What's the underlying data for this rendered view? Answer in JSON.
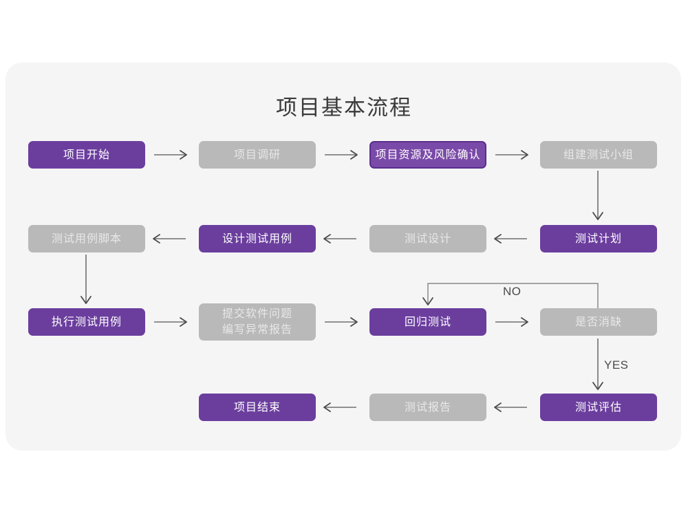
{
  "title": "项目基本流程",
  "colors": {
    "page_background": "#ffffff",
    "card_background": "#f5f5f5",
    "purple_fill": "#6b3e9e",
    "purple_outline_fill": "#7a4aa8",
    "purple_outline_border": "#5a2d8c",
    "gray_fill": "#b9b9b9",
    "gray_text": "#e8e8e8",
    "node_text": "#ffffff",
    "title_text": "#3a3a3a",
    "connector": "#6e6e6e",
    "branch_connector": "#8a8a8a",
    "edge_label_text": "#4a4a4a"
  },
  "nodes": [
    {
      "id": "n1",
      "label": "项目开始",
      "style": "solid-purple",
      "row": 1,
      "col": 1
    },
    {
      "id": "n2",
      "label": "项目调研",
      "style": "gray",
      "row": 1,
      "col": 2
    },
    {
      "id": "n3",
      "label": "项目资源及风险确认",
      "style": "outline-purple",
      "row": 1,
      "col": 3
    },
    {
      "id": "n4",
      "label": "组建测试小组",
      "style": "gray",
      "row": 1,
      "col": 4
    },
    {
      "id": "n5",
      "label": "测试用例脚本",
      "style": "gray",
      "row": 2,
      "col": 1
    },
    {
      "id": "n6",
      "label": "设计测试用例",
      "style": "solid-purple",
      "row": 2,
      "col": 2
    },
    {
      "id": "n7",
      "label": "测试设计",
      "style": "gray",
      "row": 2,
      "col": 3
    },
    {
      "id": "n8",
      "label": "测试计划",
      "style": "solid-purple",
      "row": 2,
      "col": 4
    },
    {
      "id": "n9",
      "label": "执行测试用例",
      "style": "solid-purple",
      "row": 3,
      "col": 1
    },
    {
      "id": "n10",
      "label": "提交软件问题\n编写异常报告",
      "style": "gray",
      "row": 3,
      "col": 2
    },
    {
      "id": "n11",
      "label": "回归测试",
      "style": "solid-purple",
      "row": 3,
      "col": 3
    },
    {
      "id": "n12",
      "label": "是否消缺",
      "style": "gray",
      "row": 3,
      "col": 4
    },
    {
      "id": "n13",
      "label": "项目结束",
      "style": "solid-purple",
      "row": 4,
      "col": 2
    },
    {
      "id": "n14",
      "label": "测试报告",
      "style": "gray",
      "row": 4,
      "col": 3
    },
    {
      "id": "n15",
      "label": "测试评估",
      "style": "solid-purple",
      "row": 4,
      "col": 4
    }
  ],
  "edge_labels": {
    "no": "NO",
    "yes": "YES"
  }
}
